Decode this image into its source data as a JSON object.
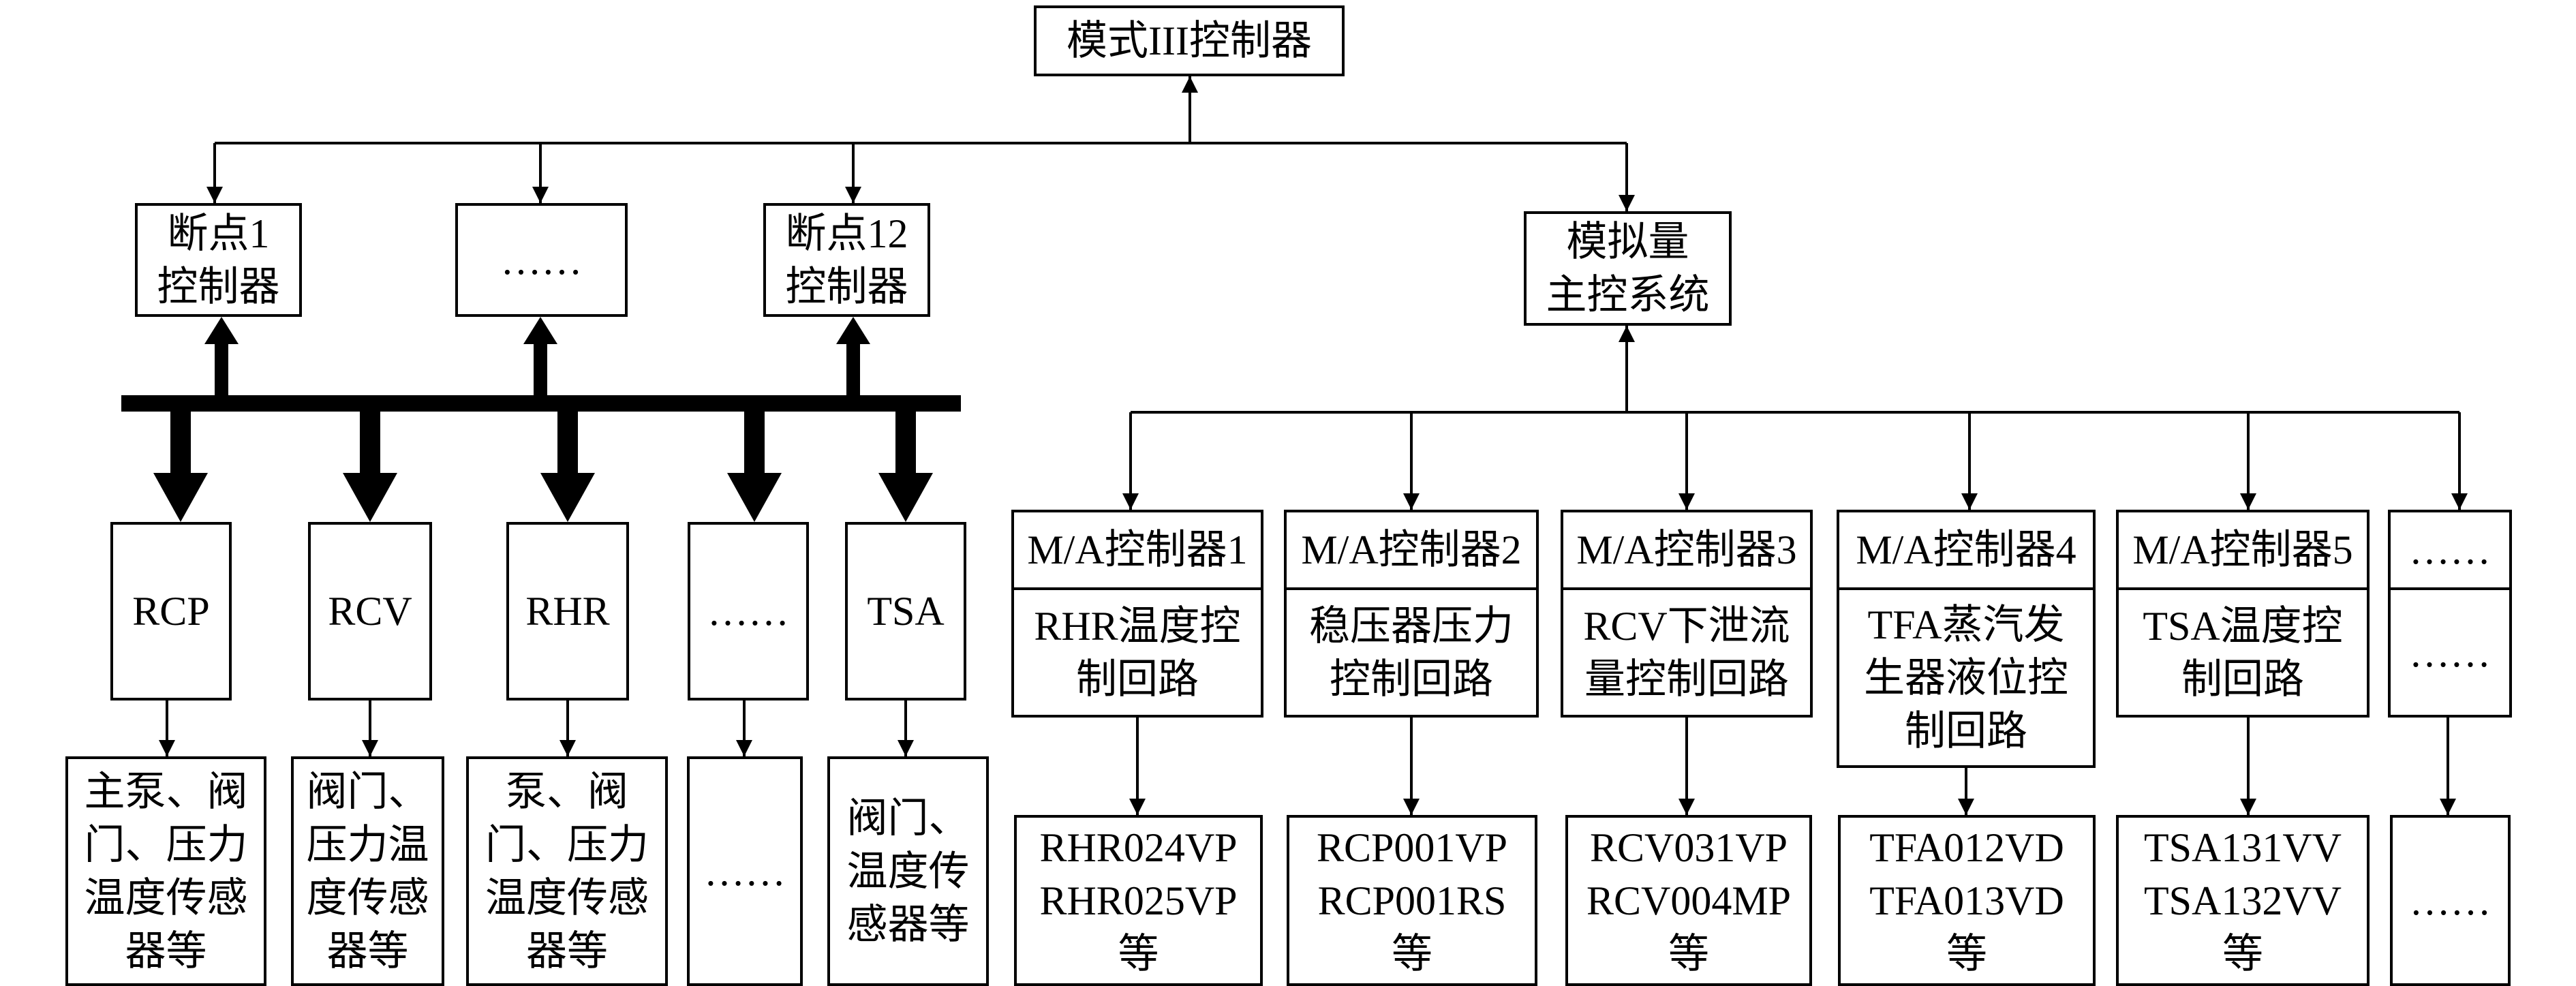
{
  "top_controller": "模式III控制器",
  "breakpoints": [
    {
      "label": "断点1\n控制器"
    },
    {
      "label": "……"
    },
    {
      "label": "断点12\n控制器"
    }
  ],
  "analog_master": "模拟量\n主控系统",
  "subsystems": [
    {
      "name": "RCP",
      "devices": "主泵、阀\n门、压力\n温度传感\n器等"
    },
    {
      "name": "RCV",
      "devices": "阀门、\n压力温\n度传感\n器等"
    },
    {
      "name": "RHR",
      "devices": "泵、阀\n门、压力\n温度传感\n器等"
    },
    {
      "name": "……",
      "devices": "……"
    },
    {
      "name": "TSA",
      "devices": "阀门、\n温度传\n感器等"
    }
  ],
  "ma_controllers": [
    {
      "title": "M/A控制器1",
      "loop": "RHR温度控\n制回路",
      "signals": "RHR024VP\nRHR025VP\n等"
    },
    {
      "title": "M/A控制器2",
      "loop": "稳压器压力\n控制回路",
      "signals": "RCP001VP\nRCP001RS\n等"
    },
    {
      "title": "M/A控制器3",
      "loop": "RCV下泄流\n量控制回路",
      "signals": "RCV031VP\nRCV004MP\n等"
    },
    {
      "title": "M/A控制器4",
      "loop": "TFA蒸汽发\n生器液位控\n制回路",
      "signals": "TFA012VD\nTFA013VD\n等"
    },
    {
      "title": "M/A控制器5",
      "loop": "TSA温度控\n制回路",
      "signals": "TSA131VV\nTSA132VV\n等"
    },
    {
      "title": "……",
      "loop": "……",
      "signals": "……"
    }
  ],
  "colors": {
    "line": "#000000",
    "background": "#ffffff"
  }
}
